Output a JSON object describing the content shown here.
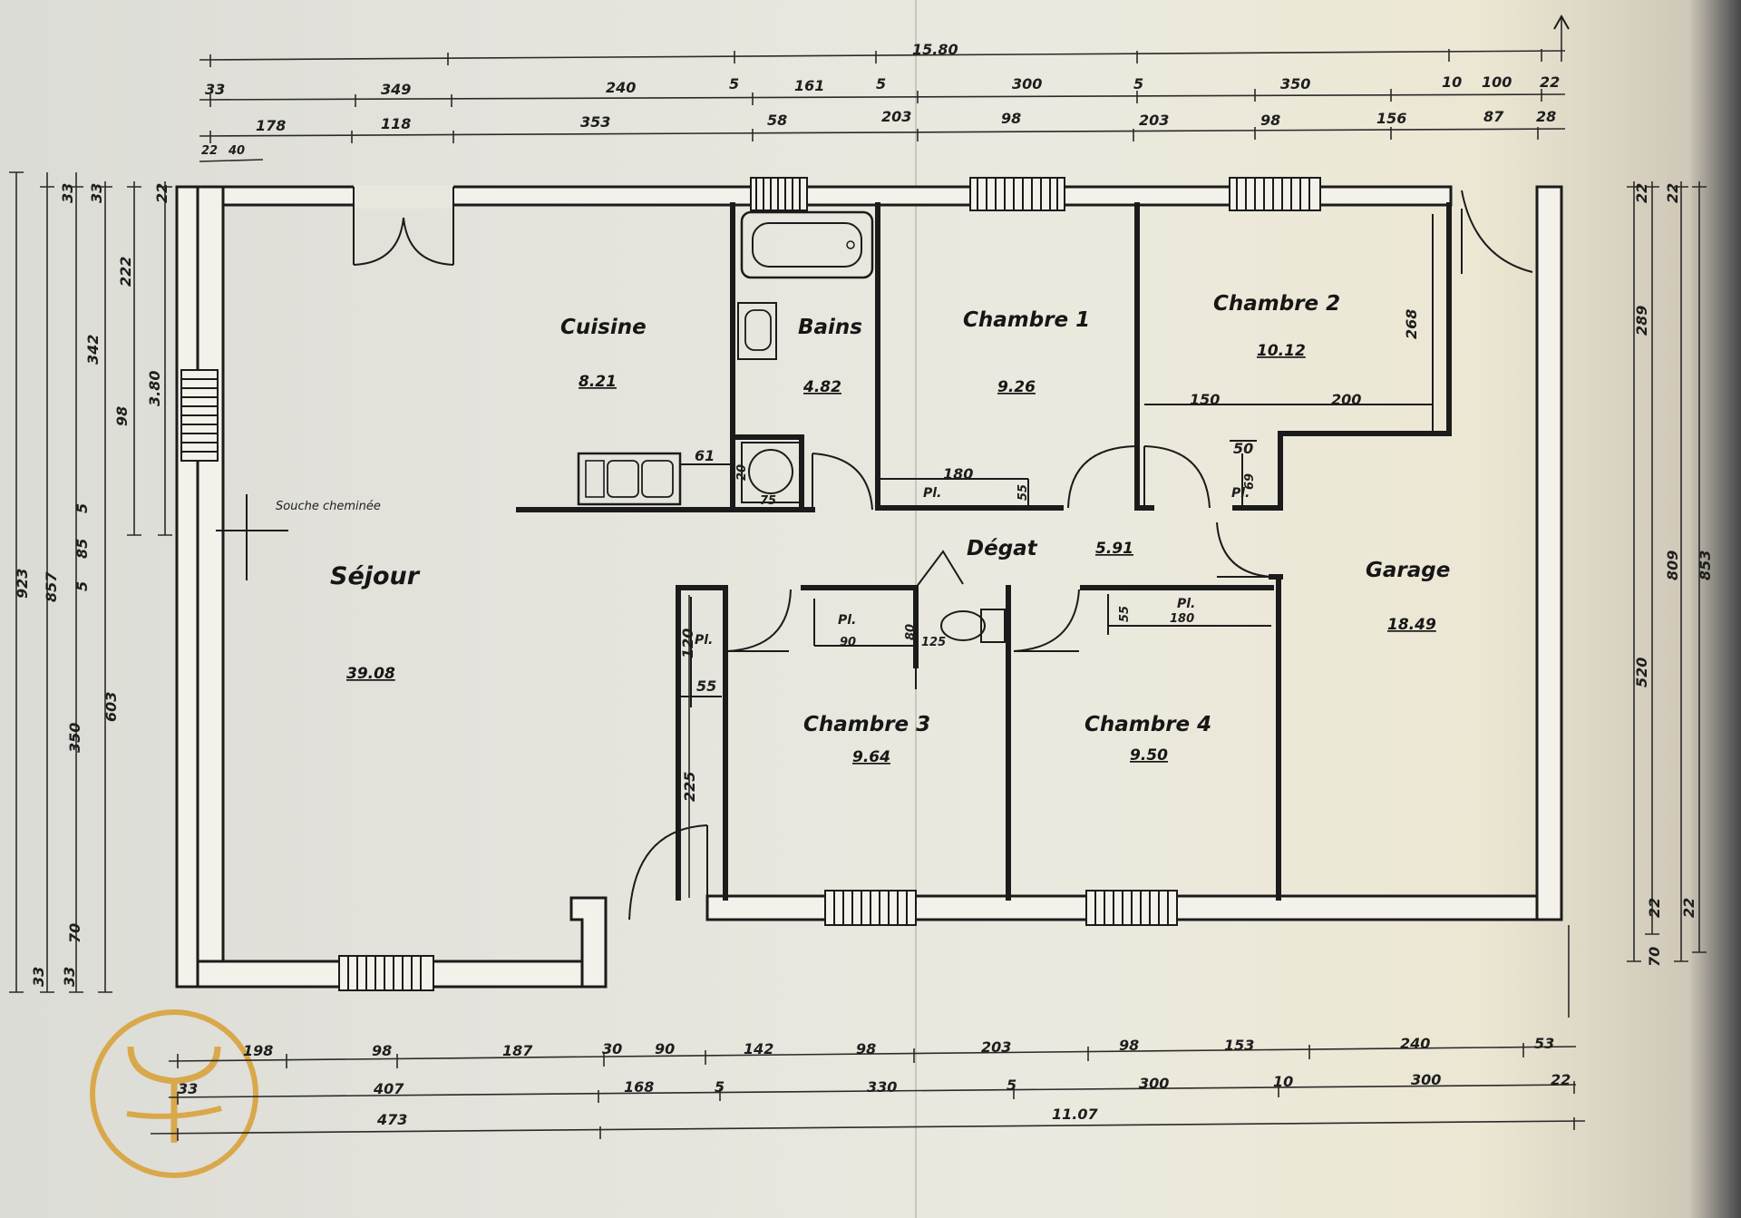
{
  "plan": {
    "overall_width": "15.80",
    "total_bottom": "11.07",
    "rooms": {
      "cuisine": {
        "name": "Cuisine",
        "area": "8.21"
      },
      "bains": {
        "name": "Bains",
        "area": "4.82"
      },
      "chambre1": {
        "name": "Chambre  1",
        "area": "9.26"
      },
      "chambre2": {
        "name": "Chambre  2",
        "area": "10.12"
      },
      "sejour": {
        "name": "Séjour",
        "area": "39.08"
      },
      "degagement": {
        "name": "Dégat",
        "area": "5.91"
      },
      "garage": {
        "name": "Garage",
        "area": "18.49"
      },
      "chambre3": {
        "name": "Chambre  3",
        "area": "9.64"
      },
      "chambre4": {
        "name": "Chambre  4",
        "area": "9.50"
      }
    },
    "note_chimney": "Souche  cheminée",
    "placard": "Pl.",
    "dims_top_1": [
      "33",
      "349",
      "240",
      "5",
      "161",
      "5",
      "300",
      "5",
      "350",
      "10",
      "100",
      "22"
    ],
    "dims_top_2": [
      "178",
      "118",
      "353",
      "58",
      "203",
      "98",
      "203",
      "98",
      "156",
      "87",
      "28"
    ],
    "dims_top_3": [
      "22",
      "40"
    ],
    "dims_bottom_1": [
      "198",
      "98",
      "187",
      "30",
      "90",
      "142",
      "98",
      "203",
      "98",
      "153",
      "240",
      "53"
    ],
    "dims_bottom_2": [
      "33",
      "407",
      "168",
      "5",
      "330",
      "5",
      "300",
      "10",
      "300",
      "22"
    ],
    "dims_bottom_3": [
      "473",
      "11.07"
    ],
    "dims_left": [
      "923",
      "857",
      "33",
      "33",
      "342",
      "222",
      "3.80",
      "22",
      "98",
      "5",
      "85",
      "5",
      "603",
      "350",
      "70",
      "33",
      "33"
    ],
    "dims_right": [
      "22",
      "22",
      "289",
      "809",
      "853",
      "520",
      "22",
      "22",
      "70"
    ],
    "dims_inner": [
      "268",
      "150",
      "200",
      "50",
      "69",
      "180",
      "55",
      "61",
      "20",
      "75",
      "120",
      "55",
      "225",
      "90",
      "80",
      "125",
      "55",
      "180"
    ]
  },
  "logo": {
    "color": "#d9a84a"
  }
}
